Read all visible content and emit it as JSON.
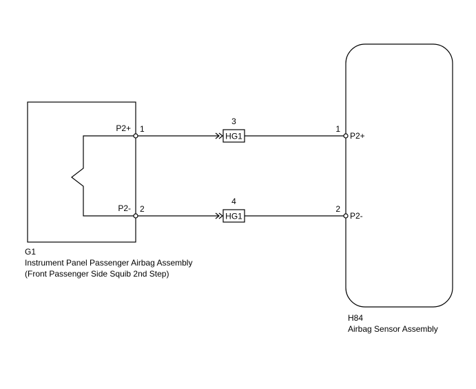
{
  "component_g1": {
    "code": "G1",
    "name": "Instrument Panel Passenger Airbag Assembly",
    "detail": "(Front Passenger Side Squib 2nd Step)",
    "pin_top_name": "P2+",
    "pin_top_number": "1",
    "pin_bottom_name": "P2-",
    "pin_bottom_number": "2"
  },
  "component_h84": {
    "code": "H84",
    "name": "Airbag Sensor Assembly",
    "pin_top_name": "P2+",
    "pin_top_number": "1",
    "pin_bottom_name": "P2-",
    "pin_bottom_number": "2"
  },
  "connectors": [
    {
      "pin": "3",
      "label": "HG1"
    },
    {
      "pin": "4",
      "label": "HG1"
    }
  ]
}
